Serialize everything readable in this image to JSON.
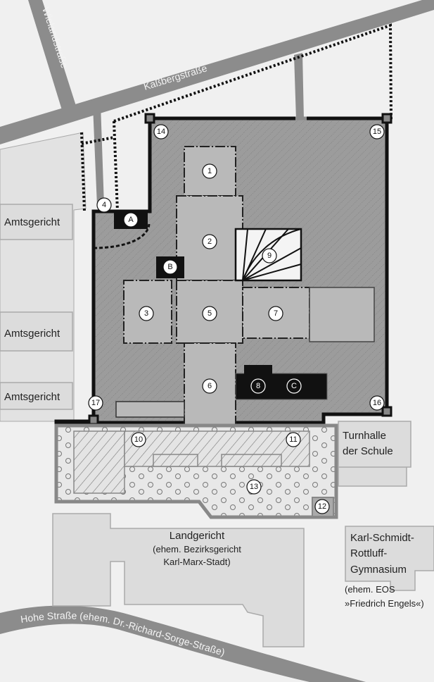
{
  "streets": {
    "kassberg": "Kaßbergstraße",
    "wieland": "Wielandstraße",
    "hohe": "Hohe Straße (ehem. Dr.-Richard-Sorge-Straße)"
  },
  "neighbours": {
    "amtsgericht": "Amtsgericht",
    "turnhalle_1": "Turnhalle",
    "turnhalle_2": "der Schule",
    "landgericht": "Landgericht",
    "landgericht_sub1": "(ehem. Bezirksgericht",
    "landgericht_sub2": "Karl-Marx-Stadt)",
    "gym_1": "Karl-Schmidt-",
    "gym_2": "Rottluff-",
    "gym_3": "Gymnasium",
    "gym_sub1": "(ehem. EOS",
    "gym_sub2": "»Friedrich Engels«)"
  },
  "markers": {
    "m1": "1",
    "m2": "2",
    "m3": "3",
    "m4": "4",
    "m5": "5",
    "m6": "6",
    "m7": "7",
    "m8": "8",
    "m9": "9",
    "m10": "10",
    "m11": "11",
    "m12": "12",
    "m13": "13",
    "m14": "14",
    "m15": "15",
    "m16": "16",
    "m17": "17",
    "A": "A",
    "B": "B",
    "C": "C"
  },
  "colors": {
    "background": "#f0f0f0",
    "road": "#8c8c8c",
    "site": "#9a9a9a",
    "building": "#b9b9b9",
    "outline": "#111111"
  }
}
